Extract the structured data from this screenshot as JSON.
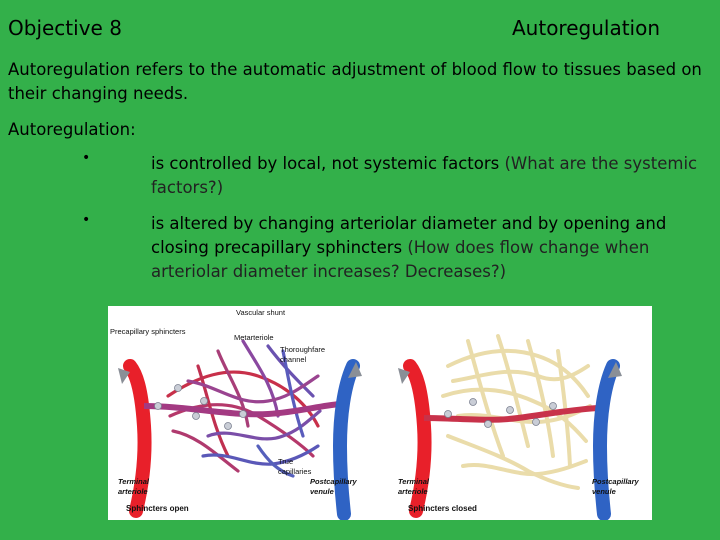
{
  "header": {
    "left": "Objective 8",
    "right": "Autoregulation"
  },
  "intro": "Autoregulation refers to the automatic adjustment of blood flow to tissues based on their changing needs.",
  "lead": "Autoregulation:",
  "bullets": [
    {
      "text": "is controlled by local, not systemic factors ",
      "hint": "(What are the systemic factors?)"
    },
    {
      "text": "is altered by changing arteriolar diameter and by opening and closing precapillary sphincters ",
      "hint": "(How does flow change when arteriolar diameter increases? Decreases?)"
    }
  ],
  "figure": {
    "labels": {
      "vascular_shunt": "Vascular shunt",
      "precap": "Precapillary sphincters",
      "metarteriole": "Metarteriole",
      "thoroughfare1": "Thoroughfare",
      "thoroughfare2": "channel",
      "true1": "True",
      "true2": "capillaries",
      "terminal1": "Terminal",
      "terminal2": "arteriole",
      "post1": "Postcapillary",
      "post2": "venule",
      "terminal1b": "Terminal",
      "terminal2b": "arteriole",
      "post1b": "Postcapillary",
      "post2b": "venule",
      "open": "Sphincters open",
      "closed": "Sphincters closed"
    },
    "colors": {
      "artery": "#e8202a",
      "vein": "#2f63c4",
      "closed_net": "#f4e7b8"
    }
  }
}
